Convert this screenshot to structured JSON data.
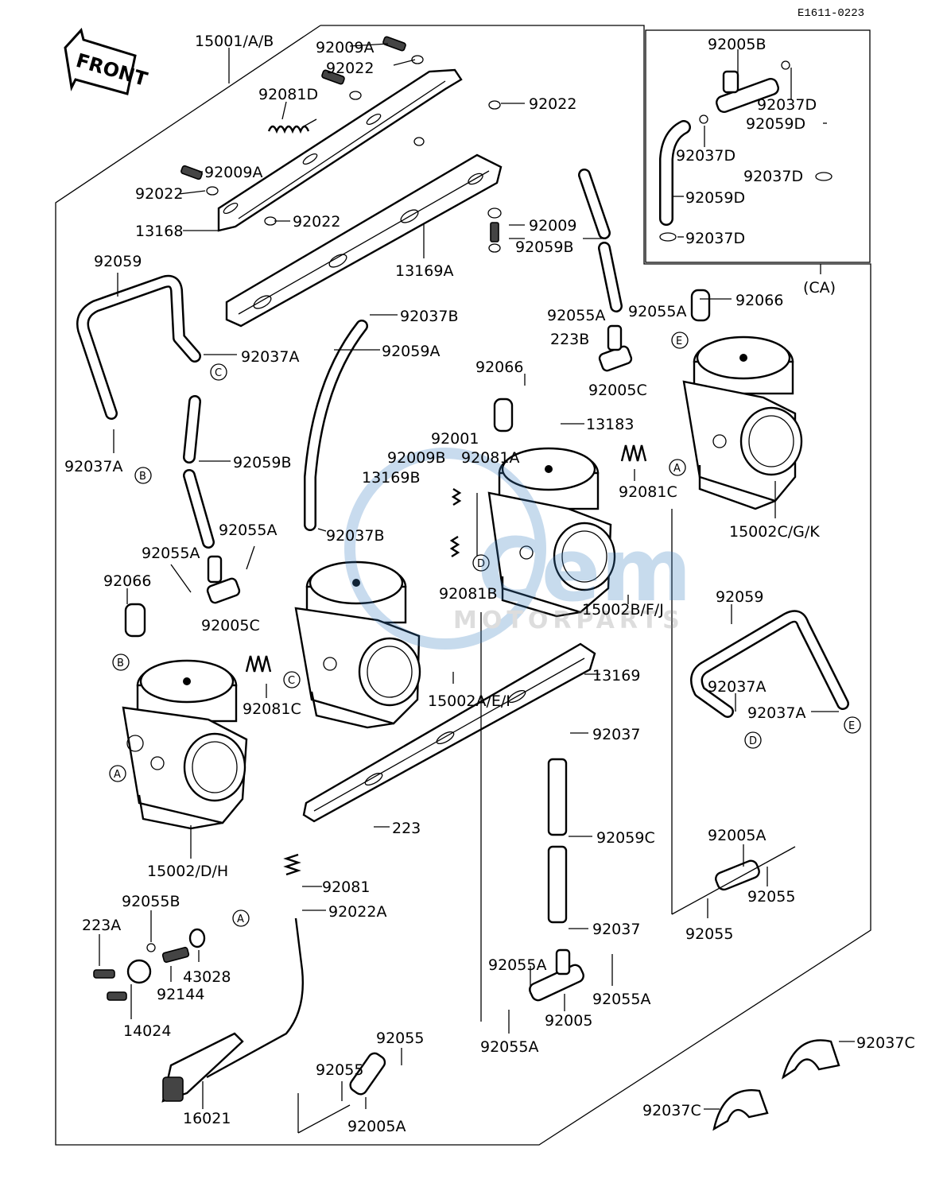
{
  "diagram_code": "E1611-0223",
  "front_label": "FRONT",
  "inset_label": "(CA)",
  "watermark": {
    "brand": "Cem",
    "sub": "MOTORPARTS"
  },
  "labels": {
    "l15001": "15001/A/B",
    "l92009A_top": "92009A",
    "l92022_a": "92022",
    "l92022_b": "92022",
    "l92081D": "92081D",
    "l92009A_mid": "92009A",
    "l92022_c": "92022",
    "l92022_d": "92022",
    "l13168": "13168",
    "l13169A": "13169A",
    "l92009": "92009",
    "l92059B_top": "92059B",
    "l92059": "92059",
    "l92037A_a": "92037A",
    "l92037B_a": "92037B",
    "l92059A": "92059A",
    "l92055A_r1": "92055A",
    "l92055A_r2": "92055A",
    "l92066_r": "92066",
    "l223B": "223B",
    "l92066_m": "92066",
    "l92005C_r": "92005C",
    "l13183": "13183",
    "l92037A_b": "92037A",
    "l92059B_l": "92059B",
    "l92001": "92001",
    "l92009B": "92009B",
    "l92081A": "92081A",
    "l13169B": "13169B",
    "l92081C_r": "92081C",
    "l15002CGK": "15002C/G/K",
    "l92055A_l1": "92055A",
    "l92055A_l2": "92055A",
    "l92037B_b": "92037B",
    "l92066_l": "92066",
    "l92005C_l": "92005C",
    "l92081B": "92081B",
    "l15002BFJ": "15002B/F/J",
    "l92059_r": "92059",
    "l92081C_l": "92081C",
    "l15002AEI": "15002A/E/I",
    "l13169": "13169",
    "l92037A_c": "92037A",
    "l92037A_d": "92037A",
    "l92037_a": "92037",
    "l15002DH": "15002/D/H",
    "l223": "223",
    "l92059C": "92059C",
    "l92005A_r": "92005A",
    "l92081": "92081",
    "l92022A": "92022A",
    "l92055_r1": "92055",
    "l92055_r2": "92055",
    "l92037_b": "92037",
    "l92055B": "92055B",
    "l223A": "223A",
    "l43028": "43028",
    "l92144": "92144",
    "l14024": "14024",
    "l92055A_b1": "92055A",
    "l92055A_b2": "92055A",
    "l92005": "92005",
    "l92055A_b3": "92055A",
    "l92055_b1": "92055",
    "l92055_b2": "92055",
    "l92005A_b": "92005A",
    "l16021": "16021",
    "l92037C_a": "92037C",
    "l92037C_b": "92037C",
    "i92005B": "92005B",
    "i92037D_a": "92037D",
    "i92059D_a": "92059D",
    "i92037D_b": "92037D",
    "i92037D_c": "92037D",
    "i92059D_b": "92059D",
    "i92037D_d": "92037D"
  },
  "tags": {
    "A": "A",
    "B": "B",
    "C": "C",
    "D": "D",
    "E": "E"
  }
}
